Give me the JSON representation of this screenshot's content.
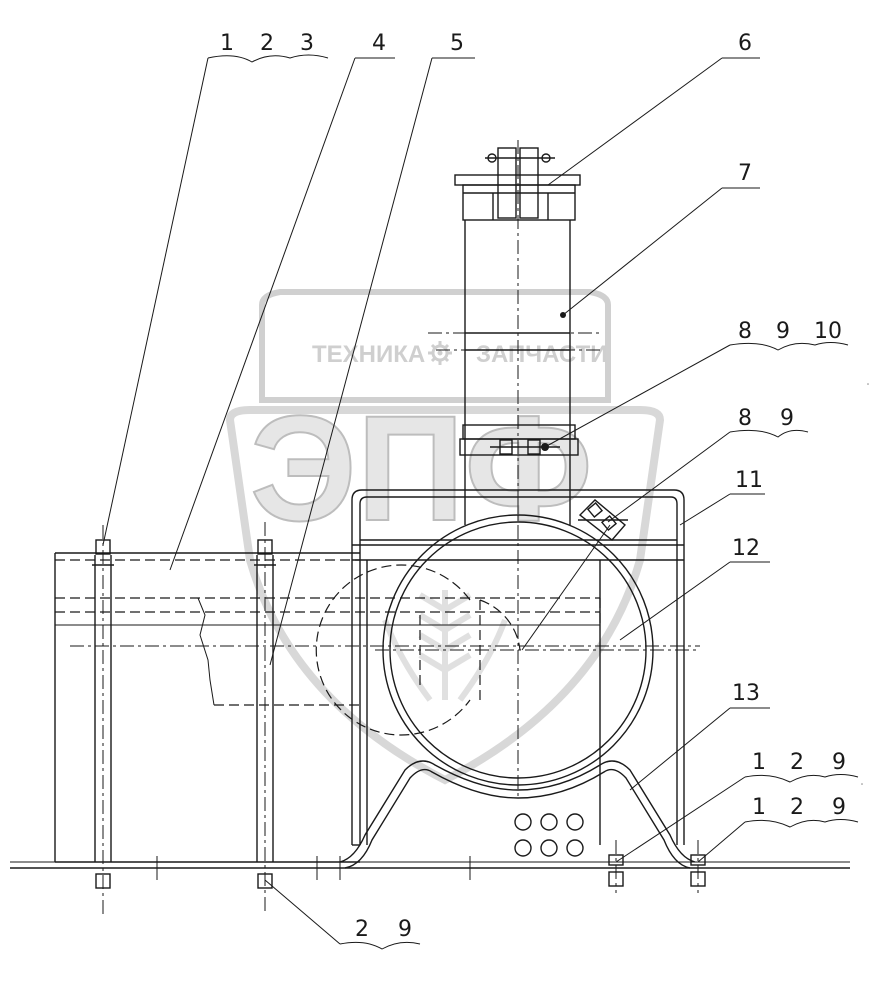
{
  "watermark": {
    "line1_left": "ТЕХНИКА",
    "line1_right": "ЗАПЧАСТИ",
    "logo": "ЭПФ",
    "gear_icon": "gear-icon",
    "color": "#c8c8c8"
  },
  "callouts": {
    "c_1_2_3": [
      "1",
      "2",
      "3"
    ],
    "c_4": [
      "4"
    ],
    "c_5": [
      "5"
    ],
    "c_6": [
      "6"
    ],
    "c_7": [
      "7"
    ],
    "c_8_9_10": [
      "8",
      "9",
      "10"
    ],
    "c_8_9": [
      "8",
      "9"
    ],
    "c_11": [
      "11"
    ],
    "c_12": [
      "12"
    ],
    "c_13": [
      "13"
    ],
    "c_1_2_9_a": [
      "1",
      "2",
      "9"
    ],
    "c_1_2_9_b": [
      "1",
      "2",
      "9"
    ],
    "c_2_9": [
      "2",
      "9"
    ]
  },
  "colors": {
    "line": "#1a1a1a",
    "background": "#ffffff"
  }
}
